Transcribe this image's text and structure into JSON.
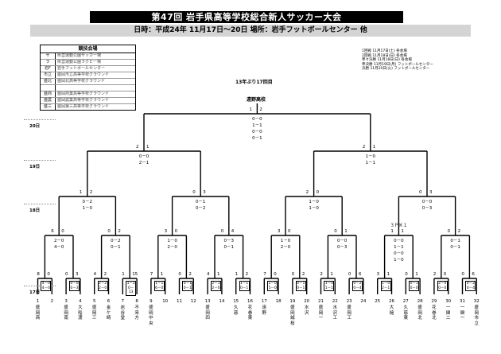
{
  "_note": "Low-resolution source: some small team names and venue names were not legible; those text cells are left empty rather than guessed.",
  "title": "第47回 岩手県高等学校総合新人サッカー大会",
  "subtitle": "日時：平成24年 11月17日～20日 場所：岩手フットボールセンター 他",
  "venue_table": {
    "header": "競技会場",
    "rows": [
      {
        "code": "サ",
        "name": "県営運動公園サッカー場"
      },
      {
        "code": "ラ",
        "name": "県営運動公園ラグビー場"
      },
      {
        "code": "岩F",
        "name": "岩手フットボールセンター"
      },
      {
        "code": "市立",
        "name": "盛岡市立高等学校グラウンド"
      },
      {
        "code": "盛北",
        "name": "盛岡北高等学校グラウンド"
      },
      {
        "code": "",
        "name": ""
      },
      {
        "code": "盛商",
        "name": "盛岡商業高等学校グラウンド"
      },
      {
        "code": "盛農",
        "name": "盛岡農業高等学校グラウンド"
      },
      {
        "code": "盛三",
        "name": "盛岡第三高等学校グラウンド"
      }
    ]
  },
  "schedule": [
    {
      "round": "1回戦",
      "date": "11月17日(土)",
      "venue": "各会場"
    },
    {
      "round": "2回戦",
      "date": "11月18日(日)",
      "venue": "各会場"
    },
    {
      "round": "準々決勝",
      "date": "11月18日(日)",
      "venue": "各会場"
    },
    {
      "round": "準決勝",
      "date": "11月19日(月)",
      "venue": "フットボールセンター"
    },
    {
      "round": "決勝",
      "date": "11月20日(火)",
      "venue": "フットボールセンター"
    }
  ],
  "day_labels": [
    "20日",
    "19日",
    "18日",
    "17日"
  ],
  "streak_note": "13年ぶり17回目",
  "champion": "遠野高校",
  "final": {
    "left": "1",
    "right": "2",
    "periods": [
      "0－0",
      "1－1",
      "0－0",
      "0－1"
    ]
  },
  "semifinals": [
    {
      "left": "2",
      "right": "1",
      "periods": [
        "0－0",
        "2－1"
      ]
    },
    {
      "left": "2",
      "right": "1",
      "periods": [
        "1－0",
        "1－1"
      ]
    }
  ],
  "quarterfinals": [
    {
      "left": "1",
      "right": "2",
      "periods": [
        "0－2",
        "1－0"
      ]
    },
    {
      "left": "0",
      "right": "3",
      "periods": [
        "0－1",
        "0－2"
      ]
    },
    {
      "left": "2",
      "right": "0",
      "periods": [
        "1－0",
        "1－0"
      ]
    },
    {
      "left": "0",
      "right": "3",
      "periods": [
        "0－0",
        "0－3"
      ]
    }
  ],
  "round2": [
    {
      "left": "6",
      "right": "0",
      "periods": [
        "2－0",
        "4－0"
      ]
    },
    {
      "left": "0",
      "right": "2",
      "periods": [
        "0－2",
        "0－1"
      ]
    },
    {
      "left": "3",
      "right": "0",
      "periods": [
        "1－0",
        "2－0"
      ]
    },
    {
      "left": "0",
      "right": "4",
      "periods": [
        "0－3",
        "0－1"
      ]
    },
    {
      "left": "3",
      "right": "0",
      "periods": [
        "1－0",
        "2－0"
      ]
    },
    {
      "left": "0",
      "right": "1",
      "periods": [
        "0－0",
        "0－3"
      ]
    },
    {
      "left": "1",
      "right": "1",
      "periods": [
        "0－0",
        "1－1",
        "0－0",
        "1－0"
      ],
      "pk_label": "３ＰＫ１"
    },
    {
      "left": "0",
      "right": "2",
      "periods": [
        "0－1",
        "0－1"
      ]
    }
  ],
  "round1": [
    {
      "left": "8",
      "right": "0",
      "periods": [
        "4－0",
        "4－0"
      ]
    },
    {
      "left": "0",
      "right": "3",
      "periods": [
        "0－0",
        "0－3"
      ]
    },
    {
      "left": "4",
      "right": "2",
      "periods": [
        "2－2",
        "2－0"
      ]
    },
    {
      "left": "1",
      "right": "15",
      "periods": [
        "1－2",
        "0－13"
      ]
    },
    {
      "left": "7",
      "right": "1",
      "periods": [
        "1－1",
        "6－0"
      ]
    },
    {
      "left": "0",
      "right": "2",
      "periods": [
        "0－1",
        "0－1"
      ]
    },
    {
      "left": "4",
      "right": "1",
      "periods": [
        "2－1",
        "2－0"
      ]
    },
    {
      "left": "1",
      "right": "2",
      "periods": [
        "1－1",
        "0－1"
      ]
    },
    {
      "left": "7",
      "right": "0",
      "periods": [
        "2－0",
        "5－0"
      ]
    },
    {
      "left": "0",
      "right": "2",
      "periods": [
        "0－1",
        "0－1"
      ]
    },
    {
      "left": "2",
      "right": "1",
      "periods": [
        "1－0",
        "1－1"
      ]
    },
    {
      "left": "0",
      "right": "6",
      "periods": [
        "0－2",
        "0－4"
      ]
    },
    {
      "left": "3",
      "right": "1",
      "periods": [
        "1－0",
        "2－1"
      ]
    },
    {
      "left": "0",
      "right": "1",
      "periods": [
        "0－1",
        "0－0"
      ]
    },
    {
      "left": "2",
      "right": "0",
      "periods": [
        "2－0",
        "0－0"
      ]
    },
    {
      "left": "0",
      "right": "6",
      "periods": [
        "0－2",
        "0－4"
      ]
    }
  ],
  "teams": [
    {
      "num": "1",
      "name": "盛岡商"
    },
    {
      "num": "2",
      "name": ""
    },
    {
      "num": "3",
      "name": "盛岡南"
    },
    {
      "num": "4",
      "name": "大船渡"
    },
    {
      "num": "5",
      "name": "盛岡三"
    },
    {
      "num": "6",
      "name": "金ケ崎"
    },
    {
      "num": "7",
      "name": "岩谷堂"
    },
    {
      "num": "8",
      "name": "不来方"
    },
    {
      "num": "9",
      "name": "盛岡中央"
    },
    {
      "num": "10",
      "name": ""
    },
    {
      "num": "11",
      "name": ""
    },
    {
      "num": "12",
      "name": ""
    },
    {
      "num": "13",
      "name": "盛岡四"
    },
    {
      "num": "14",
      "name": ""
    },
    {
      "num": "15",
      "name": "久慈"
    },
    {
      "num": "16",
      "name": "花巻東"
    },
    {
      "num": "17",
      "name": "遠野"
    },
    {
      "num": "18",
      "name": ""
    },
    {
      "num": "19",
      "name": "盛岡誠桜"
    },
    {
      "num": "20",
      "name": "水沢"
    },
    {
      "num": "21",
      "name": "盛岡一"
    },
    {
      "num": "22",
      "name": "水沢工"
    },
    {
      "num": "23",
      "name": "盛岡工"
    },
    {
      "num": "24",
      "name": ""
    },
    {
      "num": "25",
      "name": ""
    },
    {
      "num": "26",
      "name": "大槌"
    },
    {
      "num": "27",
      "name": "久慈東"
    },
    {
      "num": "28",
      "name": "盛岡北"
    },
    {
      "num": "29",
      "name": "花巻北"
    },
    {
      "num": "30",
      "name": "一関二"
    },
    {
      "num": "31",
      "name": "一関一"
    },
    {
      "num": "32",
      "name": "盛岡市立"
    }
  ]
}
